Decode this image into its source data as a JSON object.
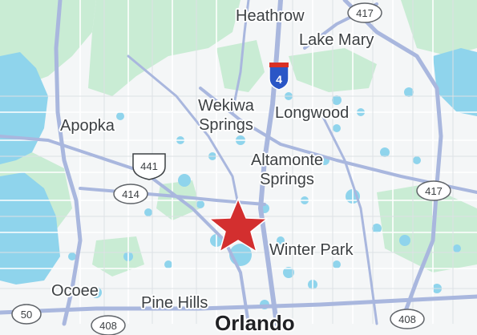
{
  "map": {
    "places": {
      "heathrow": "Heathrow",
      "lake_mary": "Lake Mary",
      "wekiwa_springs": "Wekiwa Springs",
      "longwood": "Longwood",
      "apopka": "Apopka",
      "altamonte_springs": "Altamonte Springs",
      "winter_park": "Winter Park",
      "ocoee": "Ocoee",
      "pine_hills": "Pine Hills",
      "orlando": "Orlando"
    },
    "shields": {
      "sr417_top": "417",
      "interstate_4": "4",
      "us441": "441",
      "sr414": "414",
      "sr417_right": "417",
      "sr50": "50",
      "sr408": "408",
      "sr429_partial": "408"
    },
    "marker": {
      "icon": "star-icon",
      "color": "#d32f2f"
    },
    "colors": {
      "land": "#f4f6f7",
      "park": "#c9ecd4",
      "water": "#8fd4ec",
      "highway": "#a9b7de",
      "road": "#ffffff"
    }
  }
}
